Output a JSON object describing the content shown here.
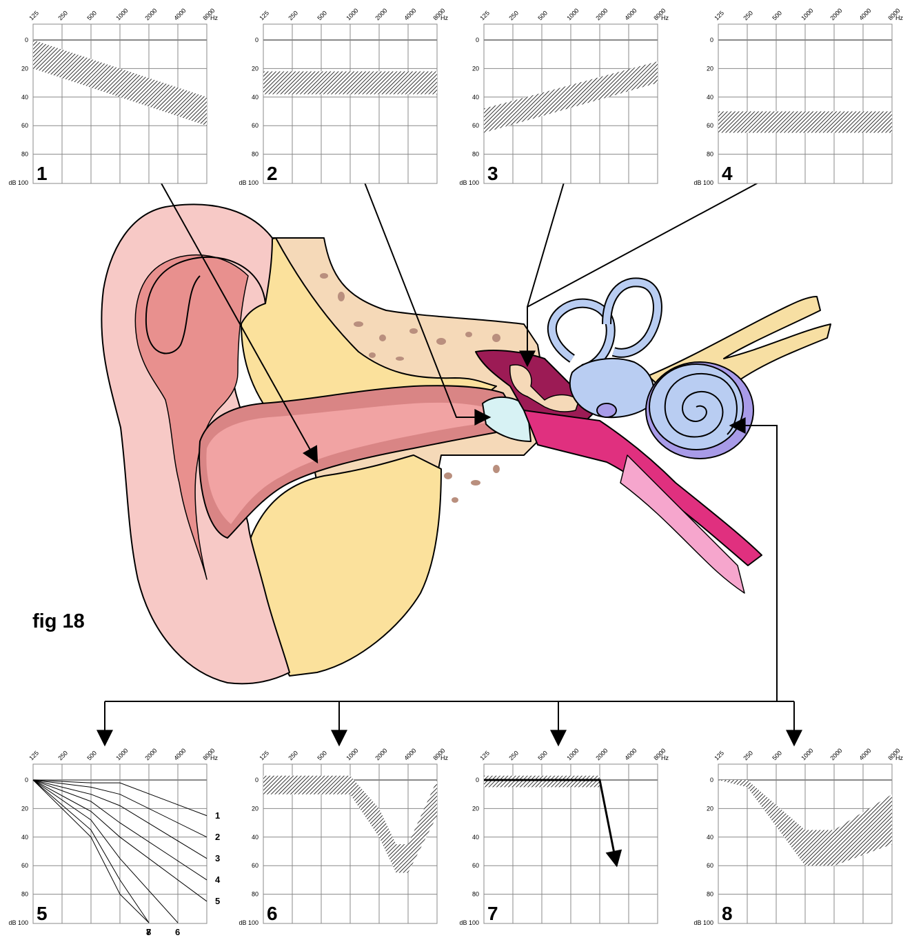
{
  "figure_label": "fig 18",
  "axis": {
    "frequencies": [
      "125",
      "250",
      "500",
      "1000",
      "2000",
      "4000",
      "8000"
    ],
    "freq_unit": "Hz",
    "levels": [
      "0",
      "20",
      "40",
      "60",
      "80"
    ],
    "db_label": "dB 100"
  },
  "colors": {
    "pinna": "#f7c9c6",
    "pinna_shadow": "#e8908e",
    "canal": "#d98585",
    "cartilage": "#fbe19c",
    "bone": "#f5d9b8",
    "bone_spots": "#b98f7e",
    "middle_ear": "#9c1b55",
    "eustachian": "#e0307f",
    "eustachian_light": "#f6a6cd",
    "cochlea": "#b9cdf2",
    "cochlea_shade": "#a89be8",
    "eardrum": "#d7f2f4",
    "nerve": "#f7dfa3"
  },
  "chart_data": [
    {
      "id": "1",
      "type": "area",
      "label": "1",
      "ylim": [
        0,
        100
      ],
      "band": {
        "x": [
          "125",
          "8000"
        ],
        "upper": [
          0,
          40
        ],
        "lower": [
          20,
          60
        ]
      }
    },
    {
      "id": "2",
      "type": "area",
      "label": "2",
      "ylim": [
        0,
        100
      ],
      "band": {
        "x": [
          "125",
          "8000"
        ],
        "upper": [
          22,
          22
        ],
        "lower": [
          38,
          38
        ]
      }
    },
    {
      "id": "3",
      "type": "area",
      "label": "3",
      "ylim": [
        0,
        100
      ],
      "band": {
        "x": [
          "125",
          "8000"
        ],
        "upper": [
          48,
          15
        ],
        "lower": [
          65,
          30
        ]
      }
    },
    {
      "id": "4",
      "type": "area",
      "label": "4",
      "ylim": [
        0,
        100
      ],
      "band": {
        "x": [
          "125",
          "8000"
        ],
        "upper": [
          50,
          50
        ],
        "lower": [
          65,
          65
        ]
      }
    },
    {
      "id": "5",
      "type": "line",
      "label": "5",
      "ylim": [
        0,
        100
      ],
      "series": [
        {
          "name": "1",
          "x": [
            "125",
            "500",
            "1000",
            "8000"
          ],
          "y": [
            0,
            2,
            2,
            25
          ]
        },
        {
          "name": "2",
          "x": [
            "125",
            "500",
            "1000",
            "8000"
          ],
          "y": [
            0,
            5,
            10,
            40
          ]
        },
        {
          "name": "3",
          "x": [
            "125",
            "500",
            "1000",
            "8000"
          ],
          "y": [
            0,
            10,
            18,
            55
          ]
        },
        {
          "name": "4",
          "x": [
            "125",
            "500",
            "1000",
            "8000"
          ],
          "y": [
            0,
            15,
            30,
            70
          ]
        },
        {
          "name": "5",
          "x": [
            "125",
            "500",
            "1000",
            "8000"
          ],
          "y": [
            0,
            22,
            40,
            85
          ]
        },
        {
          "name": "6",
          "x": [
            "125",
            "500",
            "1000",
            "4000"
          ],
          "y": [
            0,
            28,
            55,
            100
          ]
        },
        {
          "name": "7",
          "x": [
            "125",
            "500",
            "1000",
            "2000"
          ],
          "y": [
            0,
            35,
            70,
            100
          ]
        },
        {
          "name": "8",
          "x": [
            "125",
            "500",
            "1000",
            "2000"
          ],
          "y": [
            0,
            40,
            80,
            100
          ]
        }
      ]
    },
    {
      "id": "6",
      "type": "area",
      "label": "6",
      "ylim": [
        0,
        100
      ],
      "band": {
        "x": [
          "125",
          "1000",
          "2000",
          "3000",
          "4000",
          "8000"
        ],
        "upper": [
          -3,
          -3,
          20,
          45,
          45,
          0
        ],
        "lower": [
          10,
          10,
          40,
          65,
          65,
          25
        ]
      }
    },
    {
      "id": "7",
      "type": "line",
      "label": "7",
      "ylim": [
        0,
        100
      ],
      "band": {
        "x": [
          "125",
          "2000"
        ],
        "upper": [
          -3,
          -3
        ],
        "lower": [
          5,
          5
        ]
      },
      "series": [
        {
          "x": [
            "125",
            "2000",
            "3000"
          ],
          "y": [
            0,
            0,
            60
          ]
        }
      ]
    },
    {
      "id": "8",
      "type": "area",
      "label": "8",
      "ylim": [
        0,
        100
      ],
      "band": {
        "x": [
          "125",
          "250",
          "1000",
          "2000",
          "8000"
        ],
        "upper": [
          0,
          0,
          35,
          35,
          10
        ],
        "lower": [
          0,
          5,
          60,
          60,
          45
        ]
      }
    }
  ]
}
